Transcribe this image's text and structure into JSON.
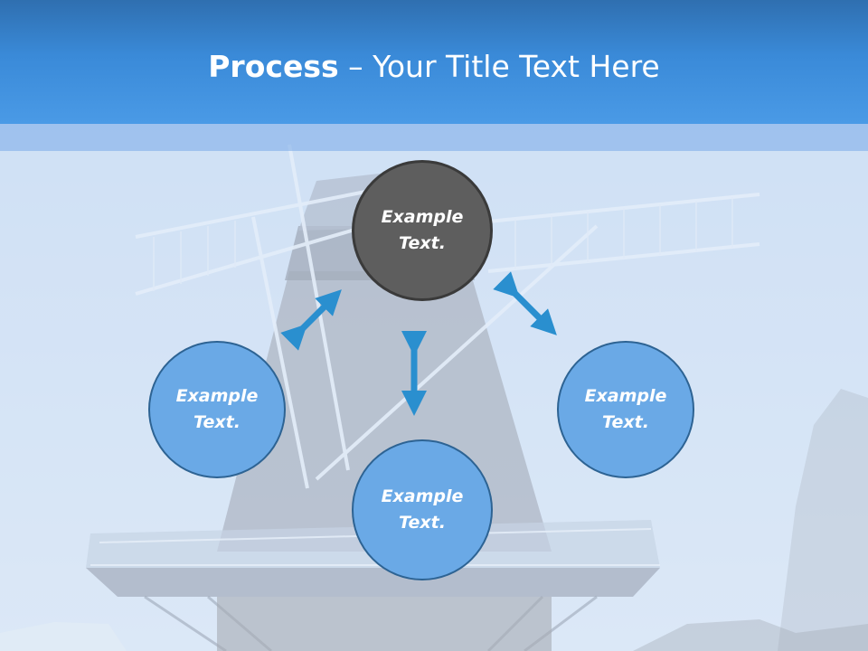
{
  "title": {
    "bold": "Process",
    "rest": " – Your Title Text Here"
  },
  "nodes": {
    "top": "Example\nText.",
    "left": "Example\nText.",
    "right": "Example\nText.",
    "bottom": "Example\nText."
  },
  "colors": {
    "header": "#3a8ad8",
    "circle_fill": "#6aa9e6",
    "circle_top_fill": "#5e5e5e",
    "arrow": "#2a8fcf"
  },
  "background": "windmill-photo"
}
